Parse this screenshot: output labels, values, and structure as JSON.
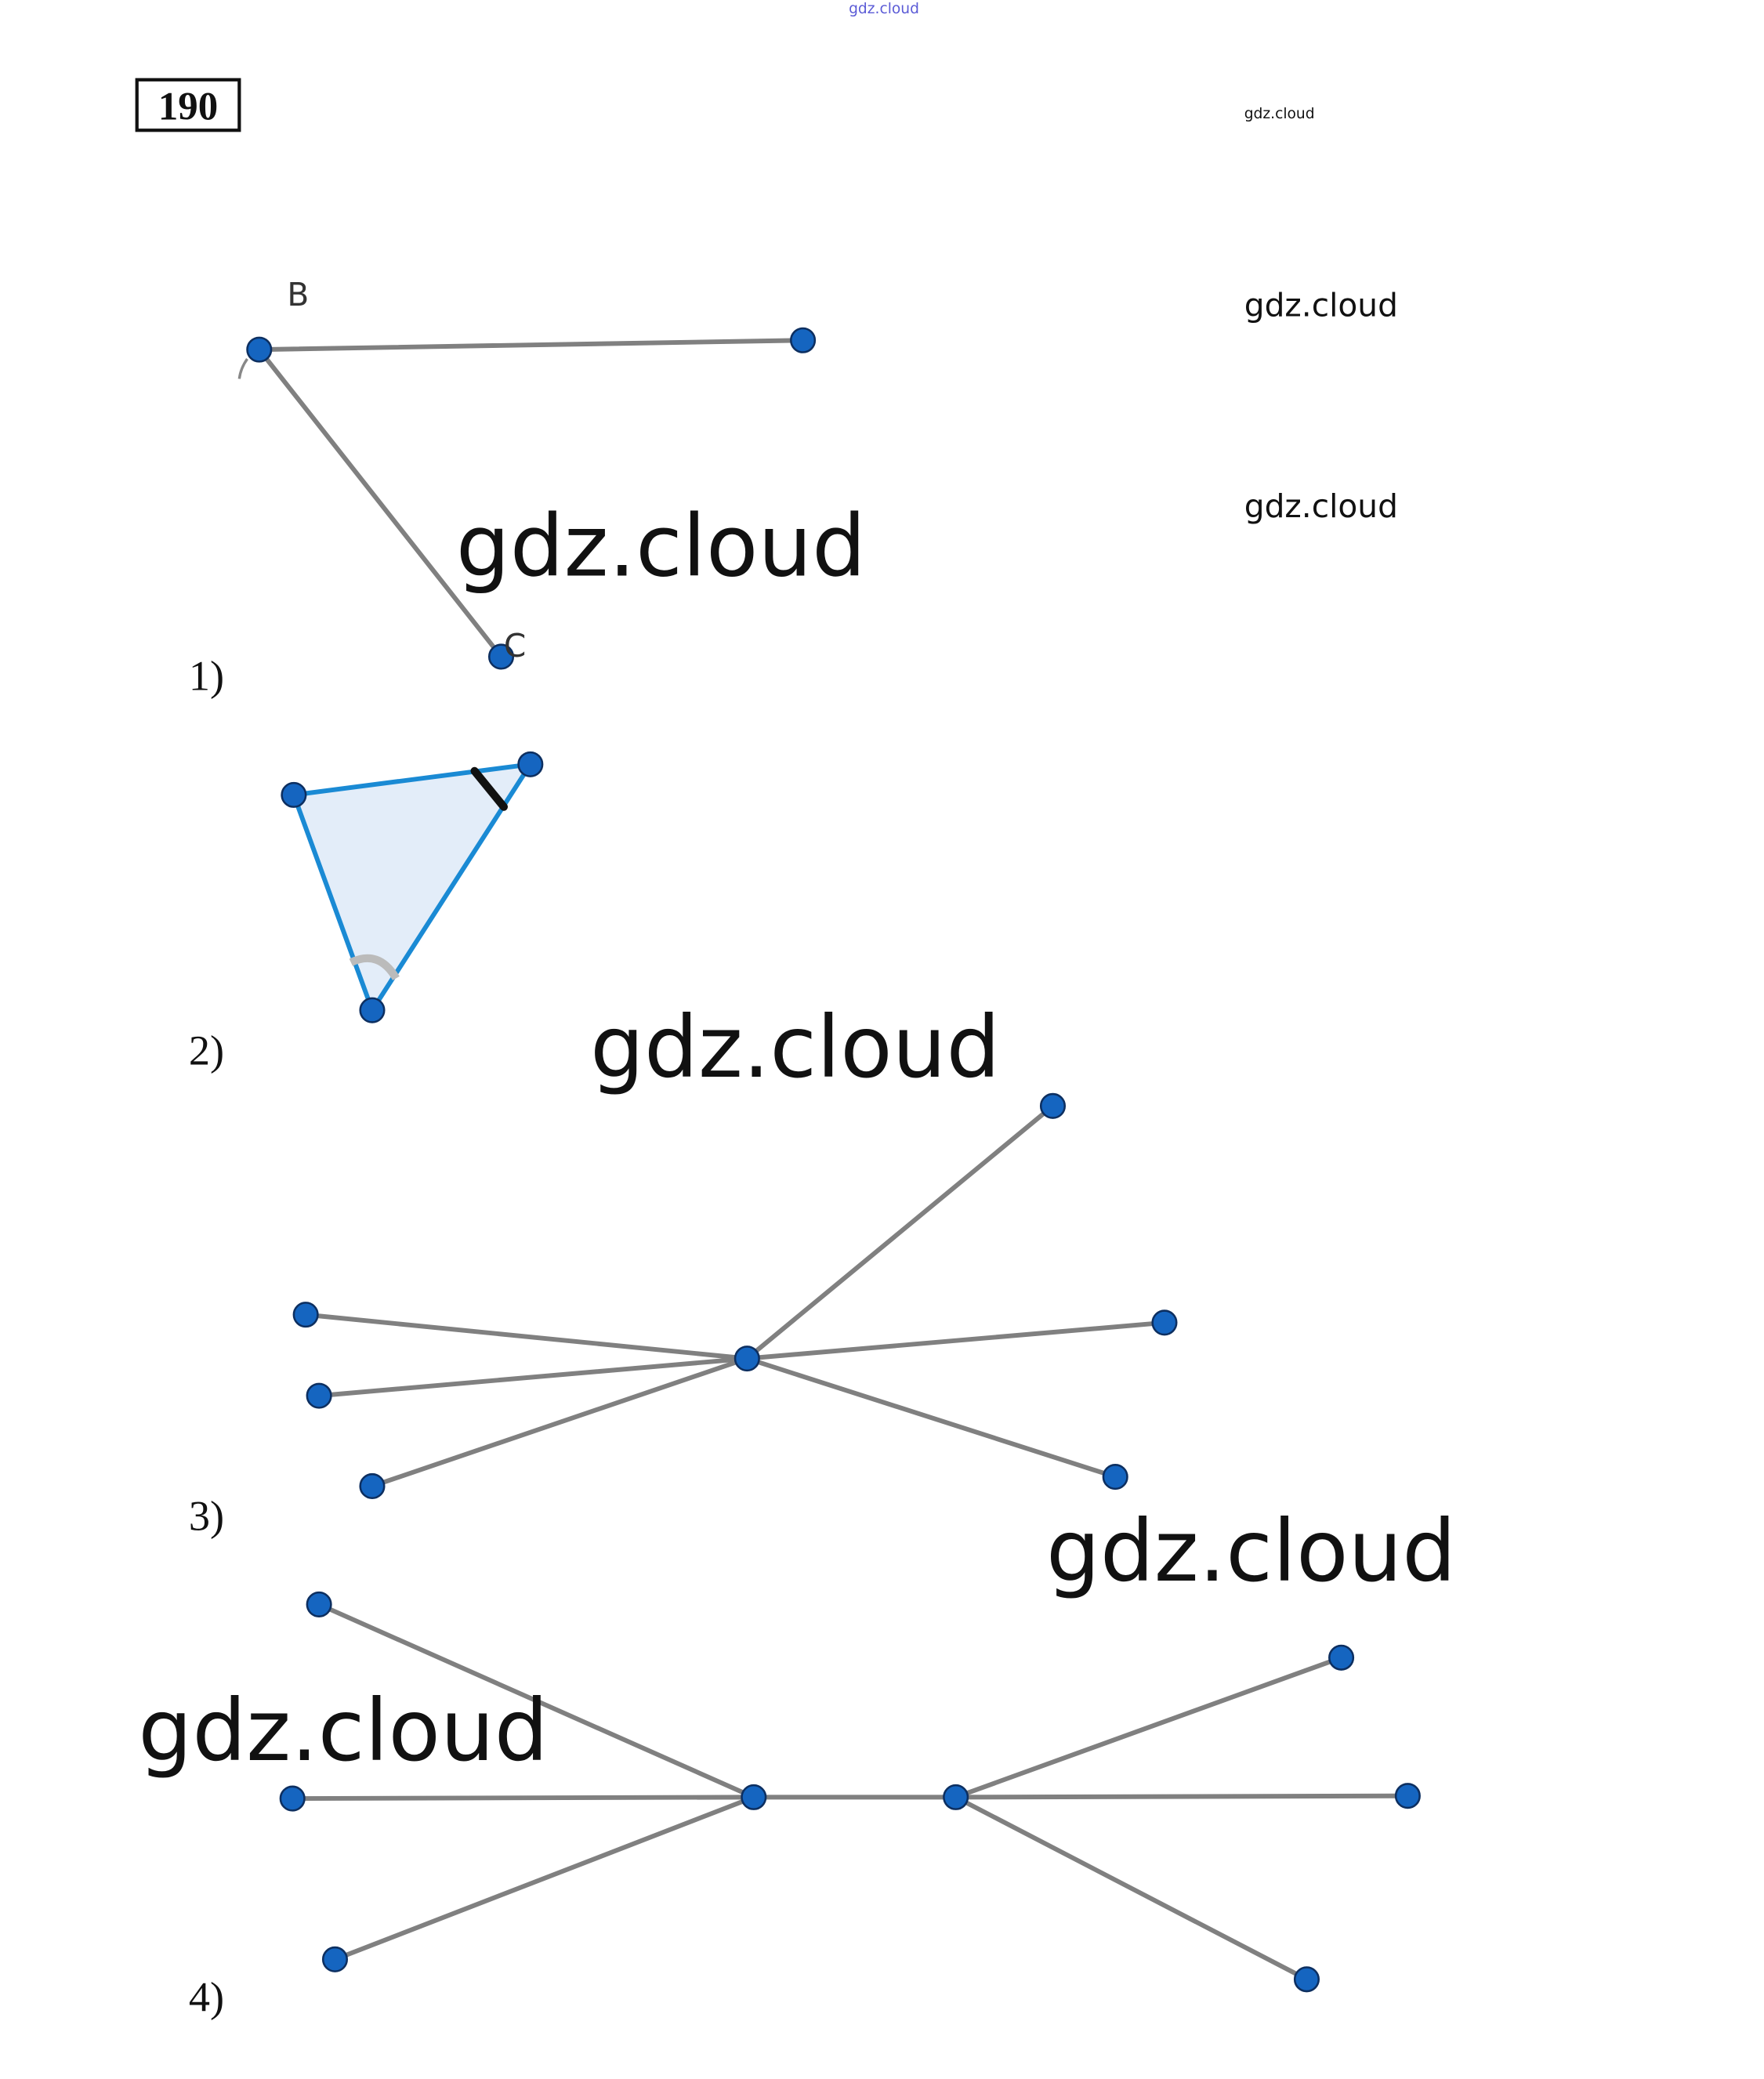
{
  "header": {
    "task_number": "190",
    "top_watermark": "gdz.cloud"
  },
  "watermarks": [
    "gdz.cloud",
    "gdz.cloud",
    "gdz.cloud",
    "gdz.cloud",
    "gdz.cloud",
    "gdz.cloud",
    "gdz.cloud"
  ],
  "figures": [
    {
      "label": "1)",
      "point_labels": [
        "B",
        "C"
      ]
    },
    {
      "label": "2)"
    },
    {
      "label": "3)"
    },
    {
      "label": "4)"
    }
  ],
  "colors": {
    "point": "#1565c0",
    "segment": "#808080",
    "triangle_edge": "#1a8ad4",
    "triangle_fill": "#e3edf9"
  }
}
